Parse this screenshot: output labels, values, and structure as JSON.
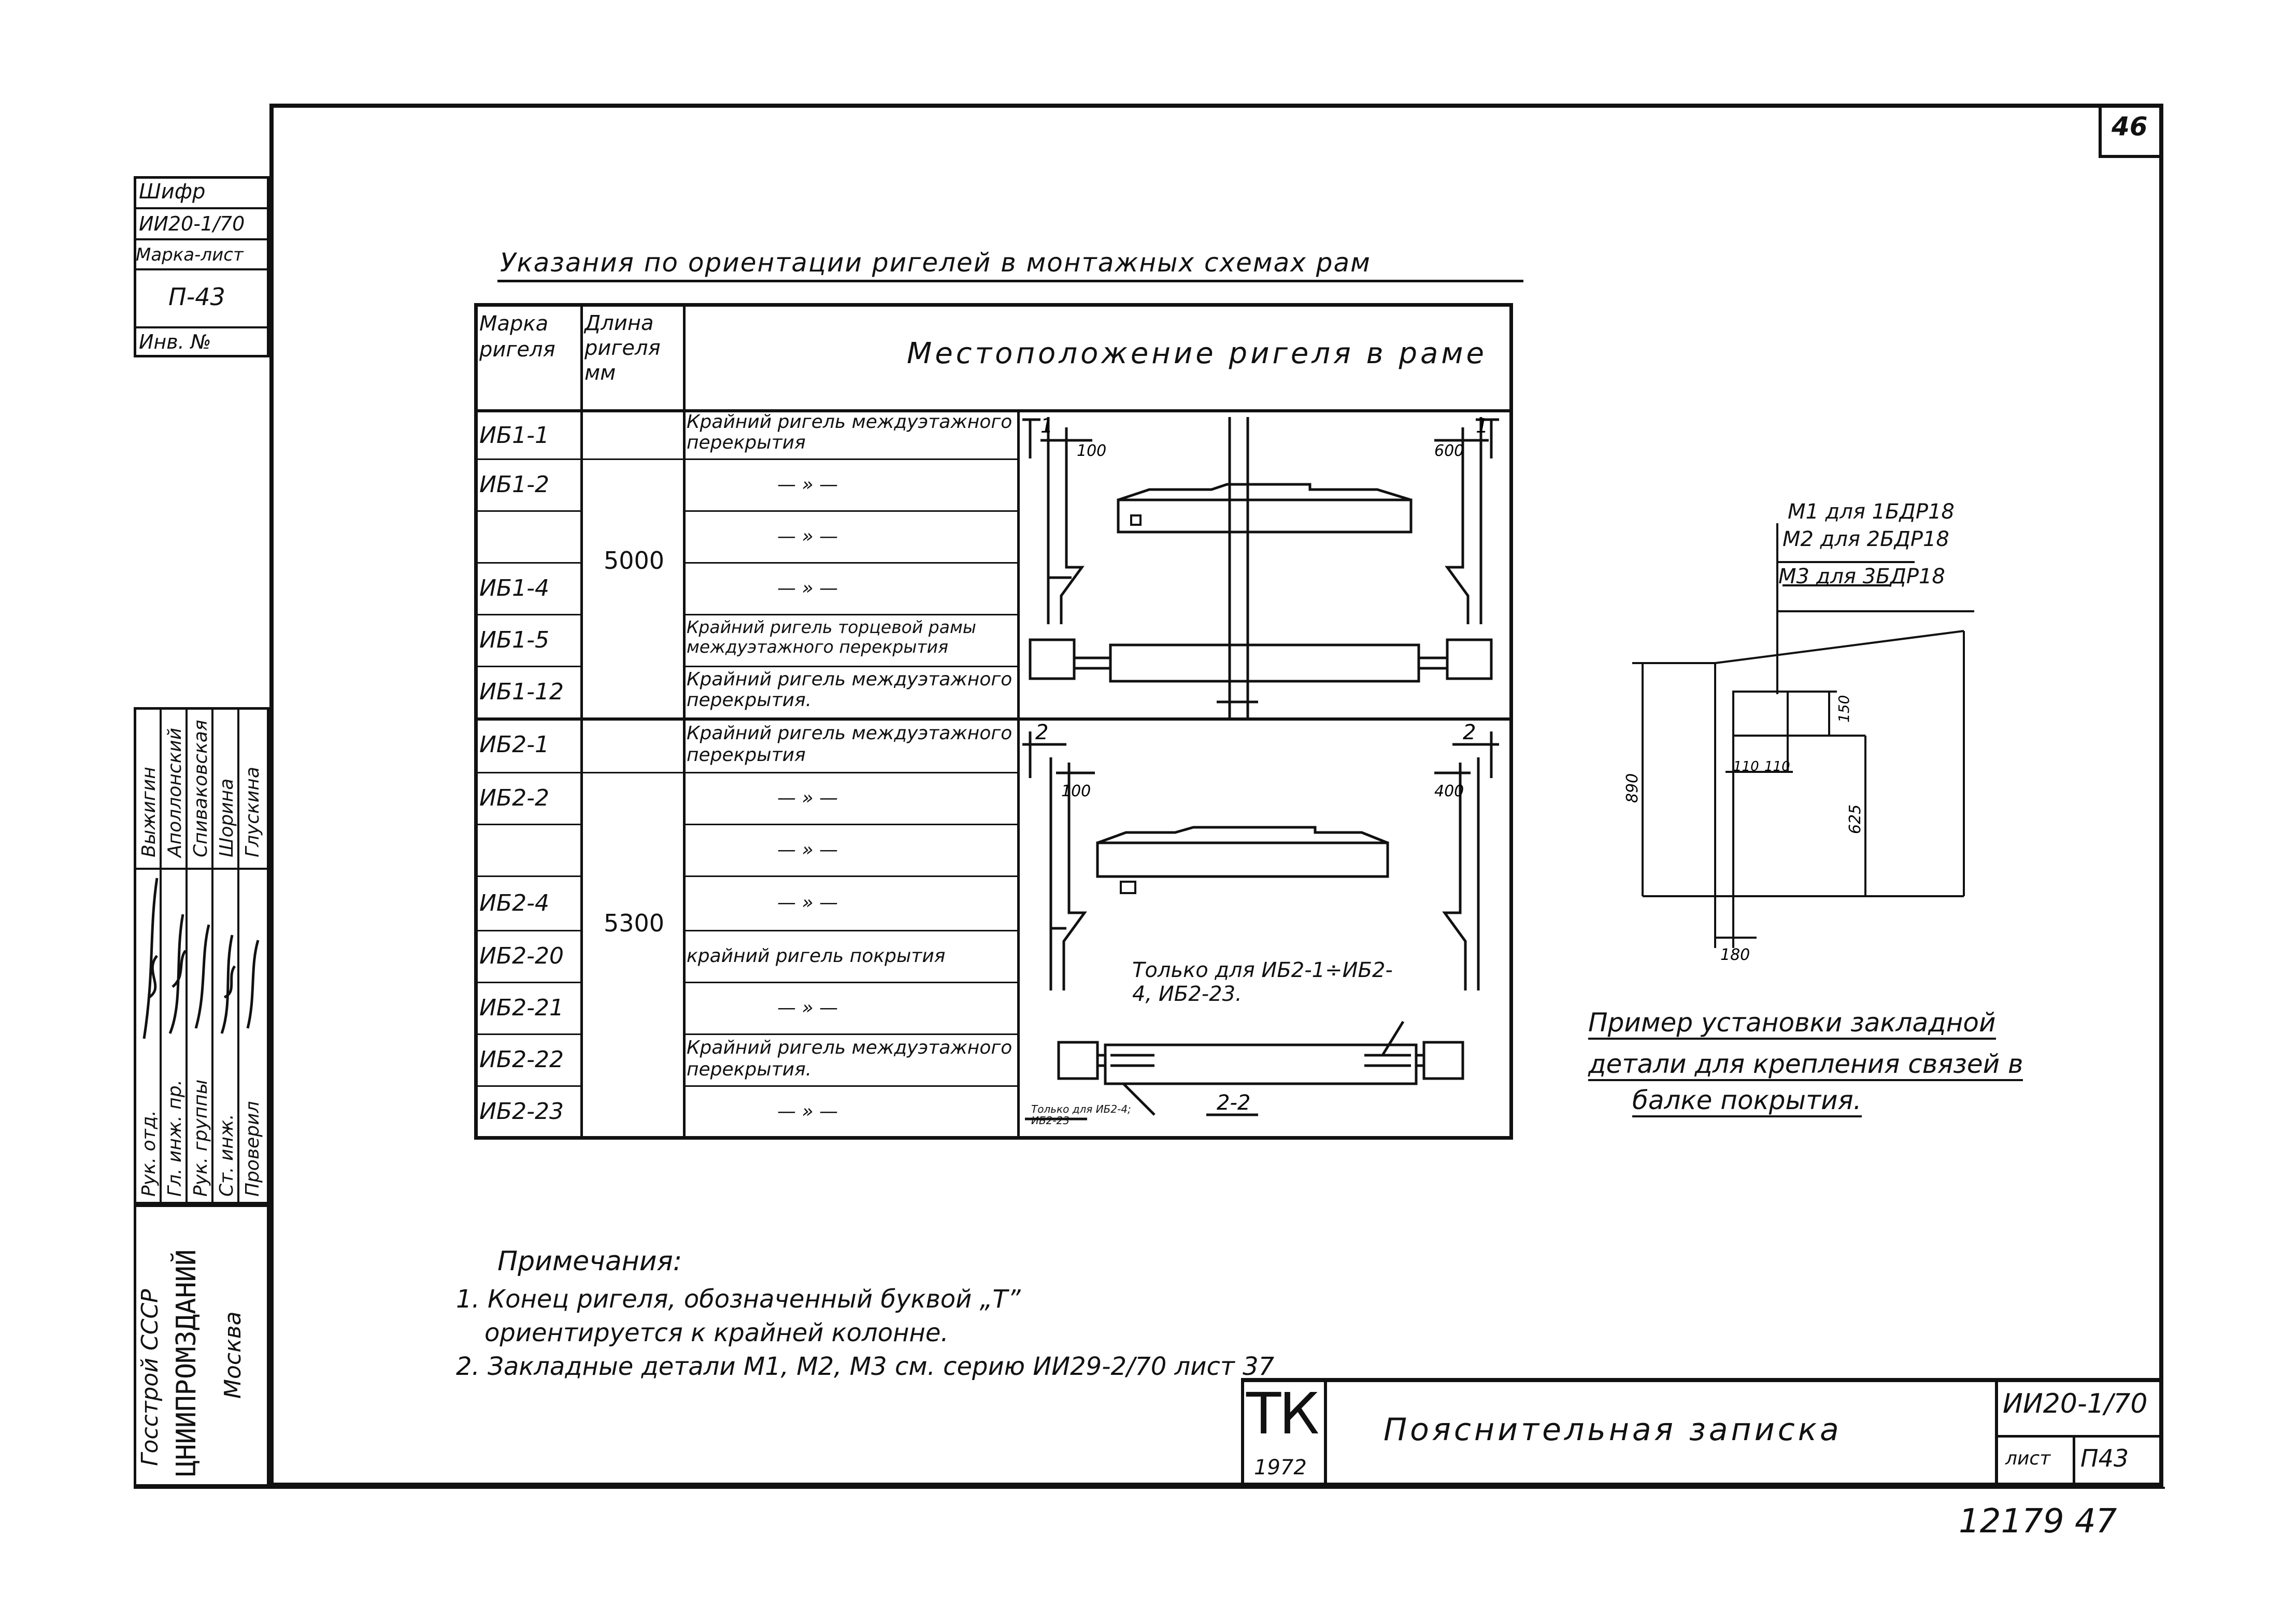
{
  "sheet_number": "46",
  "title": "Указания по ориентации ригелей в монтажных схемах рам",
  "left_stamp": {
    "shifr_label": "Шифр",
    "shifr_value": "ИИ20-1/70",
    "marka_label": "Марка-лист",
    "marka_value": "П-43",
    "inv_label": "Инв. №",
    "roles": [
      "Рук. отд.",
      "Гл. инж. пр.",
      "Рук. группы",
      "Ст. инж.",
      "Проверил"
    ],
    "names": [
      "Выжигин",
      "Аполлонский",
      "Спиваковская",
      "Шорина",
      "Глускина"
    ],
    "org_line1": "Госстрой СССР",
    "org_line2": "ЦНИИПРОМЗДАНИЙ",
    "org_line3": "Москва"
  },
  "table": {
    "headers": {
      "mark": "Марка ригеля",
      "length": "Длина ригеля мм",
      "location": "Местоположение ригеля в раме"
    },
    "group1": {
      "length": "5000",
      "rows": [
        {
          "mark": "ИБ1-1",
          "desc": "Крайний ригель междуэтажного перекрытия"
        },
        {
          "mark": "ИБ1-2",
          "desc": "— » —"
        },
        {
          "mark": "",
          "desc": "— » —"
        },
        {
          "mark": "ИБ1-4",
          "desc": "— » —"
        },
        {
          "mark": "ИБ1-5",
          "desc": "Крайний ригель торцевой рамы междуэтажного перекрытия"
        },
        {
          "mark": "ИБ1-12",
          "desc": "Крайний ригель междуэтажного перекрытия."
        }
      ]
    },
    "group2": {
      "length": "5300",
      "rows": [
        {
          "mark": "ИБ2-1",
          "desc": "Крайний ригель междуэтажного перекрытия"
        },
        {
          "mark": "ИБ2-2",
          "desc": "— » —"
        },
        {
          "mark": "",
          "desc": "— » —"
        },
        {
          "mark": "ИБ2-4",
          "desc": "— » —"
        },
        {
          "mark": "ИБ2-20",
          "desc": "крайний ригель покрытия"
        },
        {
          "mark": "ИБ2-21",
          "desc": "— » —"
        },
        {
          "mark": "ИБ2-22",
          "desc": "Крайний ригель междуэтажного перекрытия."
        },
        {
          "mark": "ИБ2-23",
          "desc": "— » —"
        }
      ]
    },
    "diagram1": {
      "dim_left": "100",
      "dim_right": "600",
      "sec_left": "1",
      "sec_right": "1"
    },
    "diagram2": {
      "dim_left": "100",
      "dim_right": "400",
      "sec_left": "2",
      "sec_right": "2",
      "note": "Только для ИБ2-1÷ИБ2-4, ИБ2-23.",
      "small_note": "Только для ИБ2-4; ИБ2-23",
      "section": "2-2"
    }
  },
  "detail": {
    "labels": [
      "М1 для 1БДР18",
      "М2 для 2БДР18",
      "М3 для 3БДР18"
    ],
    "dims": {
      "h_total": "890",
      "h_plate": "150",
      "w_a": "110",
      "w_b": "110",
      "h_low": "625",
      "w_base": "180"
    },
    "caption": [
      "Пример установки закладной",
      "детали для крепления связей в",
      "балке покрытия."
    ]
  },
  "notes": {
    "heading": "Примечания:",
    "items": [
      "1. Конец ригеля, обозначенный буквой „Т”",
      "ориентируется к крайней колонне.",
      "2. Закладные детали М1, М2, М3 см. серию ИИ29-2/70 лист 37"
    ]
  },
  "title_block": {
    "logo": "ТК",
    "year": "1972",
    "doc_name": "Пояснительная записка",
    "series": "ИИ20-1/70",
    "sheet_label": "лист",
    "sheet_value": "П43"
  },
  "footer_number": "12179 47"
}
